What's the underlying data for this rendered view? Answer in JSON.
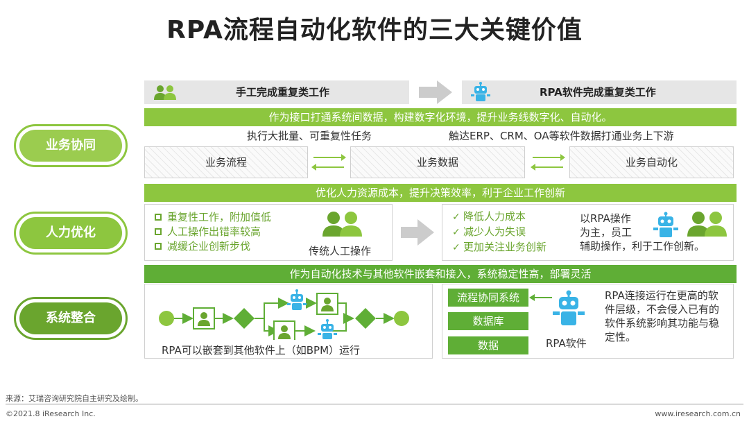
{
  "title": "RPA流程自动化软件的三大关键价值",
  "header": {
    "left_label": "手工完成重复类工作",
    "right_label": "RPA软件完成重复类工作"
  },
  "business": {
    "oval": "业务协同",
    "bar": "作为接口打通系统间数据，构建数字化环境，提升业务线数字化、自动化。",
    "sub_left": "执行大批量、可重复性任务",
    "sub_right": "触达ERP、CRM、OA等软件数据打通业务上下游",
    "boxes": [
      "业务流程",
      "业务数据",
      "业务自动化"
    ]
  },
  "manpower": {
    "oval": "人力优化",
    "bar": "优化人力资源成本，提升决策效率，利于企业工作创新",
    "left_items": [
      "重复性工作，附加值低",
      "人工操作出错率较高",
      "减缓企业创新步伐"
    ],
    "left_caption": "传统人工操作",
    "right_items": [
      "降低人力成本",
      "减少人为失误",
      "更加关注业务创新"
    ],
    "right_note": [
      "以RPA操作",
      "为主，员工",
      "辅助操作，利于工作创新。"
    ]
  },
  "system": {
    "oval": "系统整合",
    "bar": "作为自动化技术与其他软件嵌套和接入，系统稳定性高，部署灵活",
    "left_caption": "RPA可以嵌套到其他软件上（如BPM）运行",
    "right_boxes": [
      "流程协同系统",
      "数据库",
      "数据"
    ],
    "robot_caption": "RPA软件",
    "right_note": [
      "RPA连接运行在更高的软",
      "件层级，不会侵入已有的",
      "软件系统影响其功能与稳",
      "定性。"
    ]
  },
  "footer": {
    "source": "来源：艾瑞咨询研究院自主研究及绘制。",
    "copyright": "©2021.8 iResearch Inc.",
    "url": "www.iresearch.com.cn"
  },
  "colors": {
    "bar_green": "#8dc63f",
    "dark_green": "#5fae36",
    "oval_fill": "#9bcc4f",
    "robot_blue": "#39b3e6",
    "icon_green": "#6aa52e"
  }
}
